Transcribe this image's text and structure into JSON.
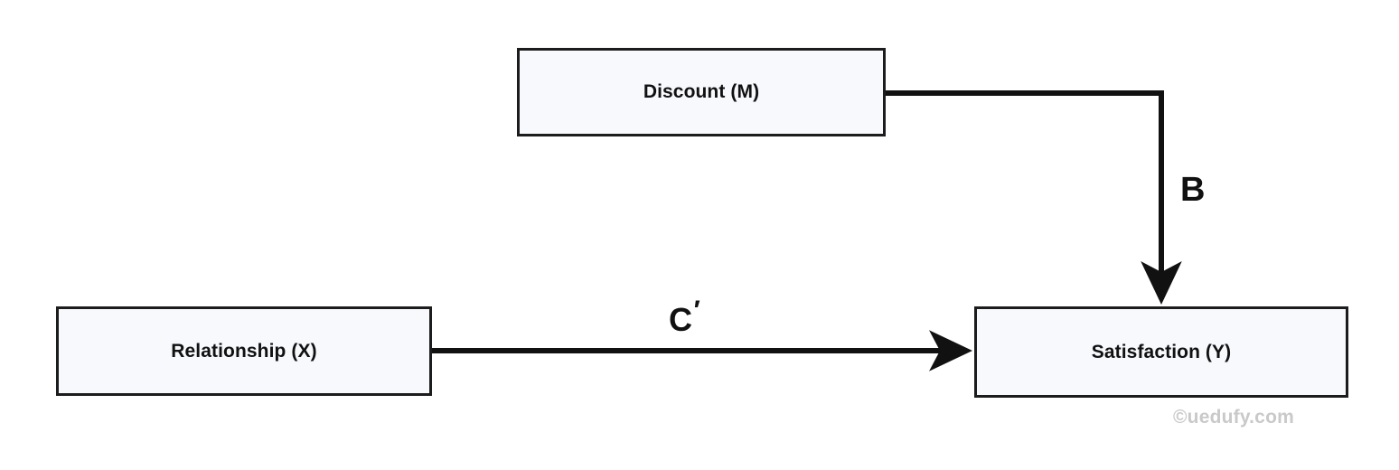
{
  "diagram": {
    "type": "moderation-path-diagram",
    "background_color": "#ffffff",
    "node_fill_color": "#f7f9fd",
    "node_border_color": "#1c1c1c",
    "connector_color": "#111111",
    "nodes": [
      {
        "id": "moderator",
        "label": "Discount (M)",
        "role": "M"
      },
      {
        "id": "predictor",
        "label": "Relationship (X)",
        "role": "X"
      },
      {
        "id": "outcome",
        "label": "Satisfaction (Y)",
        "role": "Y"
      }
    ],
    "edges": [
      {
        "id": "edge-b",
        "from": "moderator",
        "to": "outcome",
        "label": "B",
        "style": "elbow-right-then-down",
        "arrowhead": "down"
      },
      {
        "id": "edge-cprime",
        "from": "predictor",
        "to": "outcome",
        "label": "C",
        "label_suffix": "′",
        "label_full": "C′",
        "style": "straight-horizontal",
        "arrowhead": "right"
      }
    ]
  },
  "watermark": {
    "text": "©uedufy.com",
    "color": "#c9c9c9"
  }
}
